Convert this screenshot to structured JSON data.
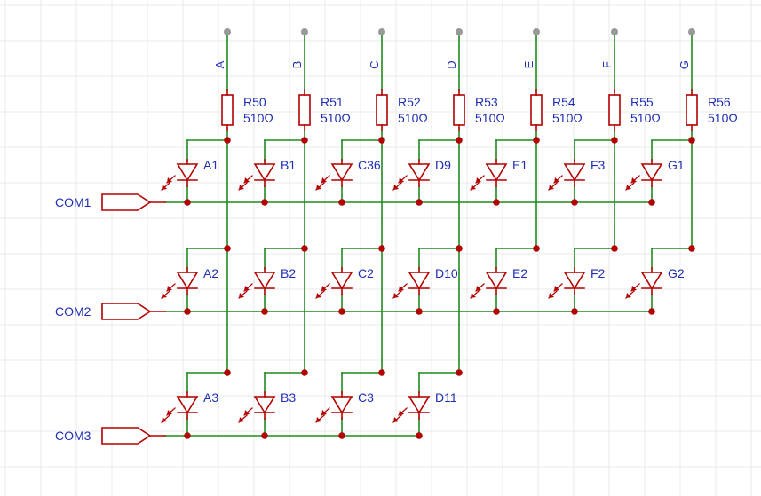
{
  "colors": {
    "wire": "#1f8a1f",
    "component": "#b30000",
    "label": "#1f2fb5",
    "grid": "#e8e8e8",
    "pin": "#999999"
  },
  "columns": [
    {
      "net": "A",
      "resistor": "R50",
      "value": "510Ω",
      "leds": [
        "A1",
        "A2",
        "A3"
      ]
    },
    {
      "net": "B",
      "resistor": "R51",
      "value": "510Ω",
      "leds": [
        "B1",
        "B2",
        "B3"
      ]
    },
    {
      "net": "C",
      "resistor": "R52",
      "value": "510Ω",
      "leds": [
        "C36",
        "C2",
        "C3"
      ]
    },
    {
      "net": "D",
      "resistor": "R53",
      "value": "510Ω",
      "leds": [
        "D9",
        "D10",
        "D11"
      ]
    },
    {
      "net": "E",
      "resistor": "R54",
      "value": "510Ω",
      "leds": [
        "E1",
        "E2"
      ]
    },
    {
      "net": "F",
      "resistor": "R55",
      "value": "510Ω",
      "leds": [
        "F3",
        "F2"
      ]
    },
    {
      "net": "G",
      "resistor": "R56",
      "value": "510Ω",
      "leds": [
        "G1",
        "G2"
      ]
    }
  ],
  "commons": [
    "COM1",
    "COM2",
    "COM3"
  ]
}
